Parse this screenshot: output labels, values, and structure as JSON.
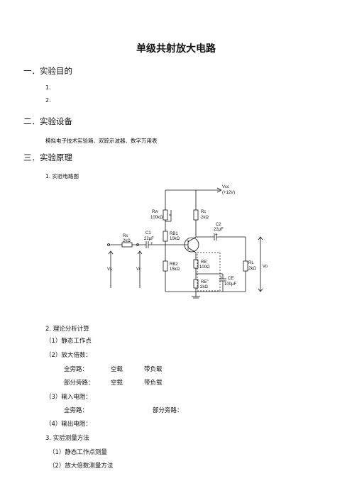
{
  "title": "单级共射放大电路",
  "sections": {
    "s1": {
      "heading": "一．实验目的",
      "items": [
        "1.",
        "2."
      ]
    },
    "s2": {
      "heading": "二．实验设备",
      "text": "模拟电子技术实验箱、双踪示波器、数字万用表"
    },
    "s3": {
      "heading": "三．实验原理",
      "sub1": "1. 实验电路图"
    }
  },
  "circuit": {
    "vcc": "Vcc",
    "vcc_val": "(+12V)",
    "rw": "Rw",
    "rw_val": "100kΩ",
    "rb1": "RB1",
    "rb1_val": "10kΩ",
    "rb2": "RB2",
    "rb2_val": "15kΩ",
    "rc": "Rc",
    "rc_val": "2kΩ",
    "rs": "Rs",
    "rs_val": "2kΩ",
    "c1": "C1",
    "c1_val": "22μF",
    "c2": "C2",
    "c2_val": "22μF",
    "re1": "RE'",
    "re1_val": "100Ω",
    "re2": "RE''",
    "re2_val": "2kΩ",
    "ce": "CE",
    "ce_val": "100μF",
    "rl": "RL",
    "rl_val": "2kΩ",
    "vs": "Vs",
    "vi": "Vi",
    "vo": "Vo",
    "plus": "+"
  },
  "analysis": {
    "heading": "2. 理论分析计算",
    "q1": "（1）静态工作点",
    "q2": "（2）放大倍数：",
    "full_bypass": "全旁路：",
    "no_load": "空载",
    "with_load": "带负载",
    "partial_bypass": "部分旁路：",
    "no_load2": "空载",
    "with_load2": "带负载",
    "q3": "（3）输入电阻：",
    "full_bypass2": "全旁路：",
    "partial_bypass2": "部分旁路：",
    "q4": "（4）输出电阻："
  },
  "measurement": {
    "heading": "3. 实验测量方法",
    "m1": "（1）静态工作点测量",
    "m2": "（2）放大倍数测量方法"
  }
}
